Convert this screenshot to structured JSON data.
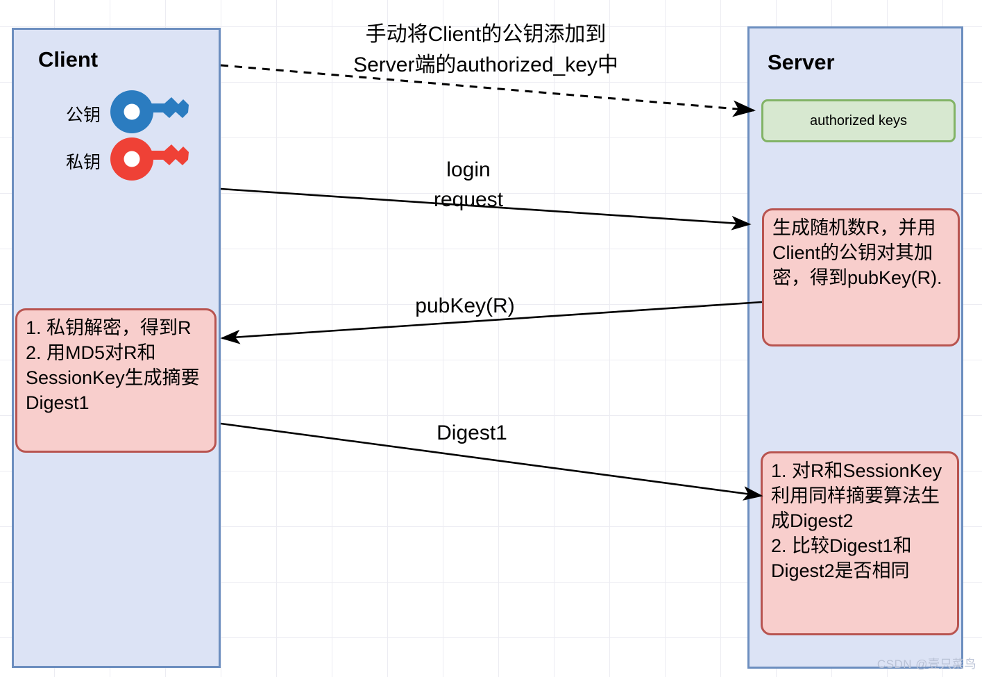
{
  "diagram": {
    "title_note": "SSH public key authentication flow",
    "colors": {
      "lane_fill": "#dce3f5",
      "lane_border": "#6c8ebf",
      "note_fill": "#f8cecc",
      "note_border": "#b85450",
      "authkeys_fill": "#d7e8d0",
      "authkeys_border": "#82b366",
      "public_key_icon": "#2b7cc0",
      "private_key_icon": "#ef4136",
      "grid_line": "#ececf2"
    }
  },
  "client": {
    "title": "Client",
    "keys": [
      {
        "label": "公钥",
        "icon": "key-icon-blue"
      },
      {
        "label": "私钥",
        "icon": "key-icon-red"
      }
    ],
    "note": "1. 私钥解密，得到R\n2. 用MD5对R和SessionKey生成摘要Digest1"
  },
  "server": {
    "title": "Server",
    "authorized_keys": "authorized keys",
    "note_random": "生成随机数R，并用Client的公钥对其加密，得到pubKey(R).",
    "note_verify": "1. 对R和SessionKey利用同样摘要算法生成Digest2\n2. 比较Digest1和Digest2是否相同"
  },
  "edges": [
    {
      "id": "manual-add-key",
      "label": "手动将Client的公钥添加到\nServer端的authorized_key中",
      "style": "dashed",
      "direction": "client-to-server"
    },
    {
      "id": "login-request",
      "label": "login\nrequest",
      "style": "solid",
      "direction": "client-to-server"
    },
    {
      "id": "pubkey-r",
      "label": "pubKey(R)",
      "style": "solid",
      "direction": "server-to-client"
    },
    {
      "id": "digest1",
      "label": "Digest1",
      "style": "solid",
      "direction": "client-to-server"
    }
  ],
  "watermark": "CSDN @壹只菜鸟"
}
